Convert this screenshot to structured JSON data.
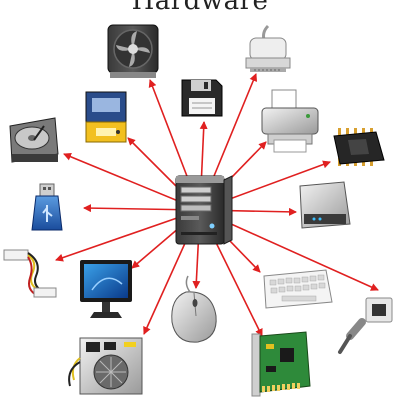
{
  "title": "Hardware",
  "colors": {
    "arrow": "#e02020",
    "background": "#ffffff",
    "title": "#222222"
  },
  "hub": {
    "name": "computer-tower",
    "icon": "computer-tower-icon"
  },
  "peripherals": [
    {
      "name": "cpu-cooler-fan",
      "icon": "cpu-fan-icon"
    },
    {
      "name": "floppy-disk",
      "icon": "floppy-disk-icon"
    },
    {
      "name": "parallel-cable",
      "icon": "parallel-cable-icon"
    },
    {
      "name": "hard-disk-drive",
      "icon": "hard-disk-icon"
    },
    {
      "name": "zip-drive",
      "icon": "zip-drive-icon"
    },
    {
      "name": "printer",
      "icon": "printer-icon"
    },
    {
      "name": "processor-chip",
      "icon": "cpu-chip-icon"
    },
    {
      "name": "usb-flash-drive",
      "icon": "usb-drive-icon"
    },
    {
      "name": "external-drive",
      "icon": "external-drive-icon"
    },
    {
      "name": "power-connector-cable",
      "icon": "power-cable-icon"
    },
    {
      "name": "lcd-monitor",
      "icon": "monitor-icon"
    },
    {
      "name": "keyboard",
      "icon": "keyboard-icon"
    },
    {
      "name": "ethernet-cable",
      "icon": "ethernet-cable-icon"
    },
    {
      "name": "computer-mouse",
      "icon": "mouse-icon"
    },
    {
      "name": "power-supply-unit",
      "icon": "power-supply-icon"
    },
    {
      "name": "expansion-card",
      "icon": "expansion-card-icon"
    }
  ]
}
